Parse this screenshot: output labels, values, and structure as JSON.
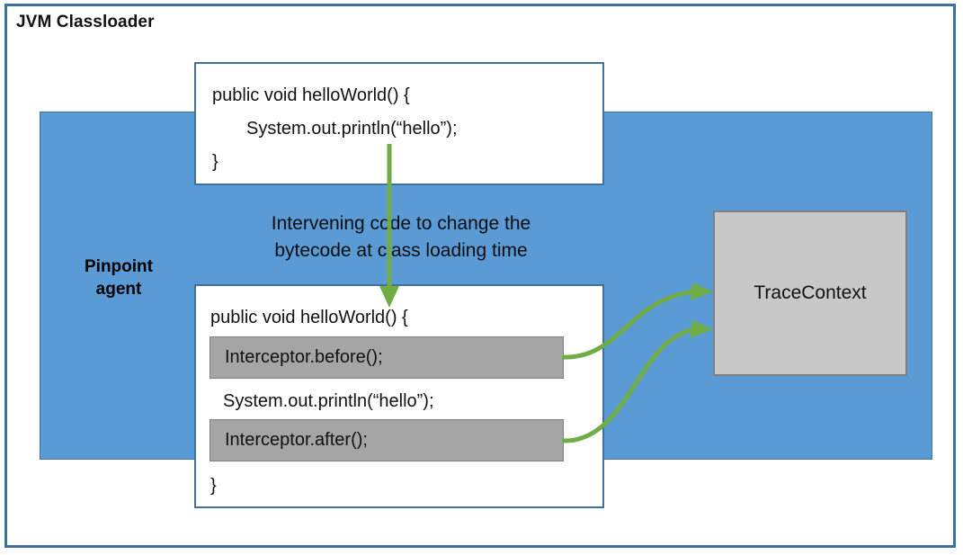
{
  "diagram": {
    "outer_frame": {
      "title": "JVM Classloader"
    },
    "agent_region": {
      "label": "Pinpoint\nagent",
      "label_line_1": "Pinpoint",
      "label_line_2": "agent",
      "color": "#5B9BD5"
    },
    "original_code_box": {
      "name": "original method source",
      "lines": [
        "public void helloWorld() {",
        "System.out.println(“hello”);",
        "}"
      ]
    },
    "instrumented_code_box": {
      "name": "instrumented method source",
      "line_1": "public void helloWorld() {",
      "highlight_before": "Interceptor.before();",
      "line_3": "System.out.println(“hello”);",
      "highlight_after": "Interceptor.after();",
      "line_5": "}",
      "highlight_color": "#A5A5A5"
    },
    "annotation": {
      "line_1": "Intervening code to change the",
      "line_2": "bytecode at class loading time",
      "full_text": "Intervening code to change the bytecode at class loading time"
    },
    "trace_context": {
      "label": "TraceContext",
      "color": "#C8C8C8"
    },
    "arrows": {
      "color": "#70AD47",
      "transform_arrow": "vertical arrow from original code to instrumented code",
      "before_arrow": "Interceptor.before() to TraceContext",
      "after_arrow": "Interceptor.after() to TraceContext"
    }
  }
}
